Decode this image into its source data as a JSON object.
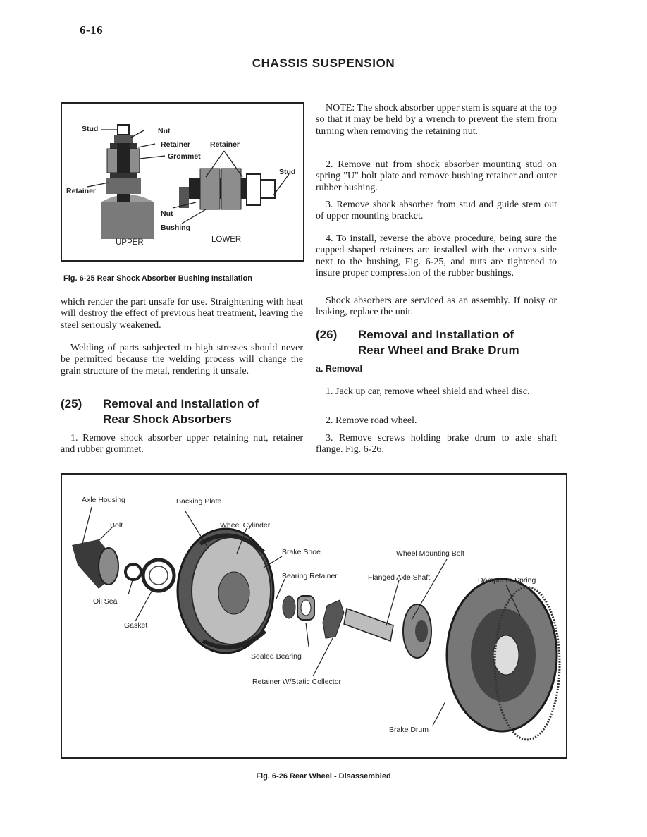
{
  "header": {
    "page_number": "6-16",
    "title": "CHASSIS SUSPENSION"
  },
  "fig25": {
    "labels": {
      "stud_upper": "Stud",
      "nut_upper": "Nut",
      "retainer_upper": "Retainer",
      "grommet": "Grommet",
      "retainer_left": "Retainer",
      "retainer_lower": "Retainer",
      "stud_lower": "Stud",
      "nut_lower": "Nut",
      "bushing": "Bushing",
      "upper": "UPPER",
      "lower": "LOWER"
    },
    "caption": "Fig. 6-25  Rear Shock Absorber Bushing Installation"
  },
  "left_col": {
    "p1": "which render the part unsafe for use. Straightening with heat will destroy the effect of previous heat treatment, leaving the steel seriously weakened.",
    "p2": "Welding of parts subjected to high stresses should never be permitted because the welding process will change the grain structure of the metal, rendering it unsafe.",
    "sec25_num": "(25)",
    "sec25_line1": "Removal and Installation of",
    "sec25_line2": "Rear Shock Absorbers",
    "p3": "1. Remove shock absorber upper retaining nut, retainer and rubber grommet."
  },
  "right_col": {
    "note": "NOTE: The shock absorber upper stem is square at the top so that it may be held by a wrench to prevent the stem from turning when removing the retaining nut.",
    "step2": "2. Remove nut from shock absorber mounting stud on spring \"U\" bolt plate and remove bushing retainer and outer rubber bushing.",
    "step3": "3. Remove shock absorber from stud and guide stem out of upper mounting bracket.",
    "step4": "4. To install, reverse the above procedure, being sure the cupped shaped retainers are installed with the convex side next to the bushing, Fig. 6-25, and nuts are tightened to insure proper compression of the rubber bushings.",
    "service": "Shock absorbers are serviced as an assembly. If noisy or leaking, replace the unit.",
    "sec26_num": "(26)",
    "sec26_line1": "Removal and Installation of",
    "sec26_line2": "Rear Wheel and Brake Drum",
    "sub_a": "a. Removal",
    "r1": "1. Jack up car, remove wheel shield and wheel disc.",
    "r2": "2. Remove road wheel.",
    "r3": "3. Remove screws holding brake drum to axle shaft flange. Fig. 6-26."
  },
  "fig26": {
    "labels": {
      "axle_housing": "Axle Housing",
      "bolt": "Bolt",
      "backing_plate": "Backing Plate",
      "wheel_cylinder": "Wheel Cylinder",
      "brake_shoe": "Brake Shoe",
      "wheel_mounting_bolt": "Wheel Mounting Bolt",
      "bearing_retainer": "Bearing Retainer",
      "flanged_axle_shaft": "Flanged Axle Shaft",
      "dampener_spring": "Dampener Spring",
      "oil_seal": "Oil Seal",
      "gasket": "Gasket",
      "sealed_bearing": "Sealed Bearing",
      "retainer_static": "Retainer W/Static Collector",
      "brake_drum": "Brake Drum"
    },
    "caption": "Fig. 6-26  Rear Wheel - Disassembled"
  }
}
